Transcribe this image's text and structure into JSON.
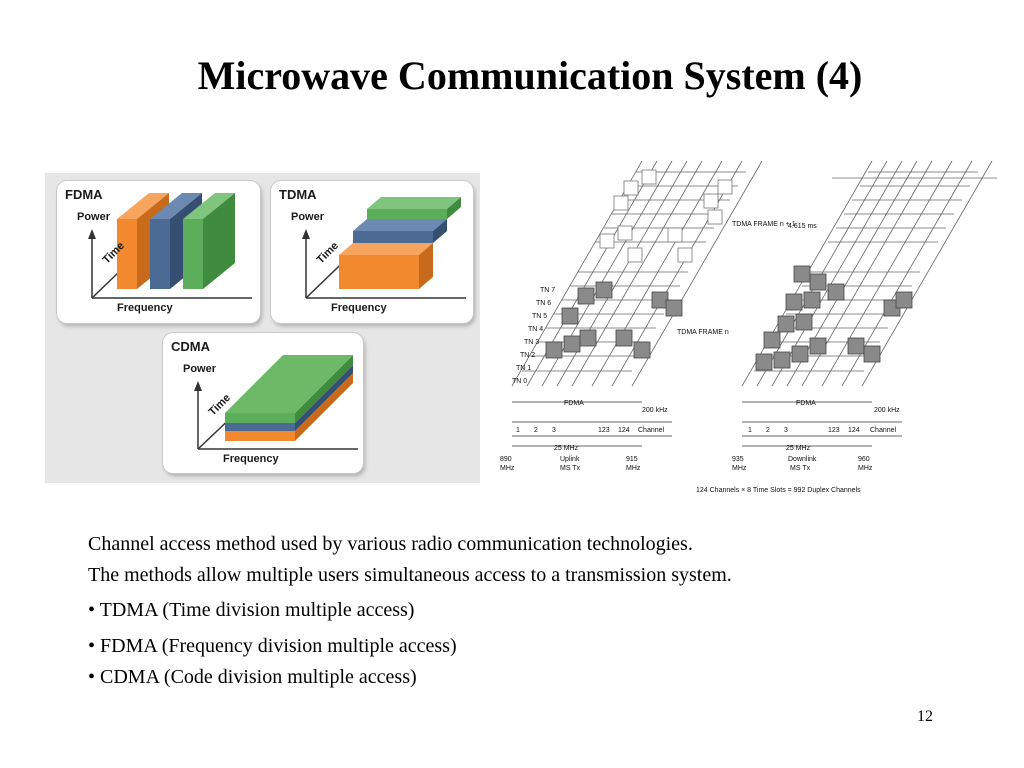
{
  "slide": {
    "title": "Microwave Communication System (4)",
    "page_number": "12"
  },
  "left_figure": {
    "fdma": {
      "label": "FDMA",
      "power": "Power",
      "time": "Time",
      "frequency": "Frequency"
    },
    "tdma": {
      "label": "TDMA",
      "power": "Power",
      "time": "Time",
      "frequency": "Frequency"
    },
    "cdma": {
      "label": "CDMA",
      "power": "Power",
      "time": "Time",
      "frequency": "Frequency"
    },
    "colors": {
      "orange": "#f2892e",
      "blue": "#4b6a94",
      "green": "#5cae5a"
    }
  },
  "right_figure": {
    "timeslots": [
      "TN 7",
      "TN 6",
      "TN 5",
      "TN 4",
      "TN 3",
      "TN 2",
      "TN 1",
      "TN 0"
    ],
    "tdma_frame_n1": "TDMA FRAME n + 1",
    "tdma_frame_n": "TDMA FRAME n",
    "frame_duration": "4.615 ms",
    "fdma": "FDMA",
    "bandwidth": "200 kHz",
    "channel_word": "Channel",
    "ch1": "1",
    "ch2": "2",
    "ch3": "3",
    "ch123": "123",
    "ch124": "124",
    "span": "25 MHz",
    "uplink": {
      "start": "890",
      "end": "915",
      "unit": "MHz",
      "label1": "Uplink",
      "label2": "MS Tx"
    },
    "downlink": {
      "start": "935",
      "end": "960",
      "unit": "MHz",
      "label1": "Downlink",
      "label2": "MS Tx"
    },
    "caption": "124 Channels × 8 Time Slots = 992 Duplex Channels"
  },
  "body": {
    "line1": "Channel access method used by various radio communication technologies.",
    "line2": "The methods allow multiple users simultaneous access to a transmission system.",
    "bullet1": "• TDMA (Time division multiple access)",
    "bullet2": "• FDMA (Frequency division multiple access)",
    "bullet3": "• CDMA (Code division multiple access)"
  }
}
